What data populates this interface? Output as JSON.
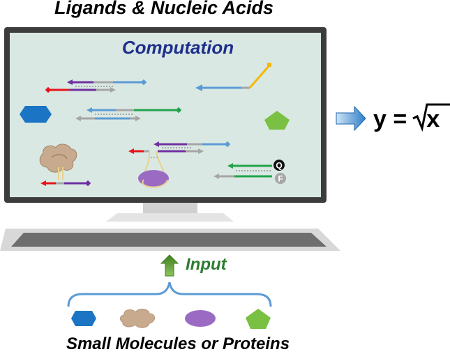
{
  "labels": {
    "top_title": "Ligands & Nucleic Acids",
    "computation": "Computation",
    "formula_lhs": "y =",
    "formula_rhs": "x",
    "input": "Input",
    "bottom_title": "Small Molecules or Proteins",
    "quencher": "Q",
    "fluorophore": "F"
  },
  "colors": {
    "screen": "#d9e8e3",
    "monitor_frame": "#3c3c3c",
    "blue_strand": "#5b9bd5",
    "purple_strand": "#7030a0",
    "green_strand": "#22a34a",
    "gray_strand": "#a6a6a6",
    "red_strand": "#e8141c",
    "yellow_strand": "#f5b800",
    "hexagon": "#1b75c4",
    "pentagon": "#7ac143",
    "protein": "#c8ab8e",
    "ellipse": "#9b6bc4",
    "input_arrow": "#5f9e2f",
    "output_arrow": "#5b9bd5"
  }
}
